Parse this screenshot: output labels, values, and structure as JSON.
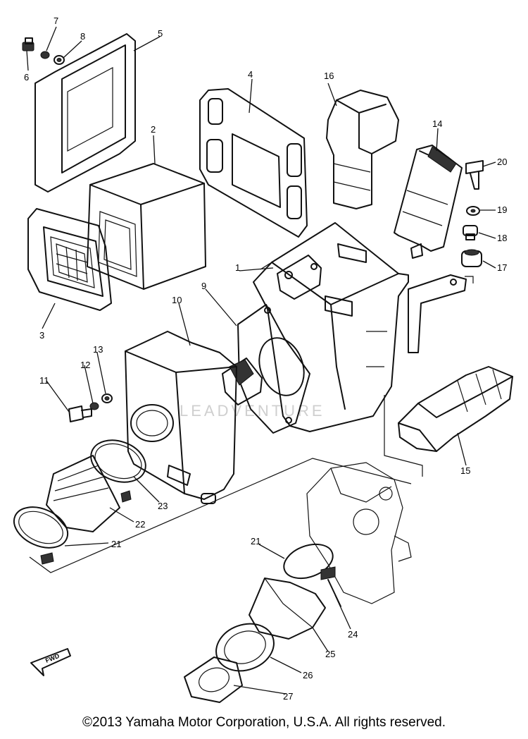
{
  "copyright": "©2013 Yamaha Motor Corporation, U.S.A. All rights reserved.",
  "watermark": "LEADVENTURE",
  "fwd_mark": "FWD",
  "callouts": [
    "1",
    "2",
    "3",
    "4",
    "5",
    "6",
    "7",
    "8",
    "9",
    "10",
    "11",
    "12",
    "13",
    "14",
    "15",
    "16",
    "17",
    "18",
    "19",
    "20",
    "21",
    "22",
    "23",
    "21",
    "24",
    "25",
    "26",
    "27"
  ]
}
